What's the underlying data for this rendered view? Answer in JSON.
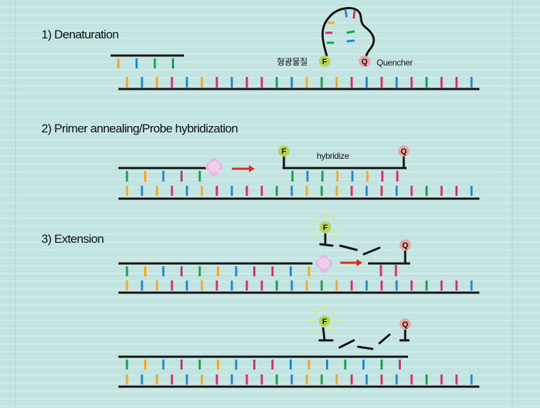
{
  "colors": {
    "background": "#c3e5e2",
    "strand": "#111111",
    "base_orange": "#f5a623",
    "base_blue": "#1e88d6",
    "base_green": "#17a04a",
    "base_pink": "#e8246a",
    "fluorophore": "#b6d64f",
    "quencher": "#f0a3a3",
    "polymerase": "#e9b6e6",
    "arrow": "#e02a1f"
  },
  "steps": [
    {
      "label": "1) Denaturation"
    },
    {
      "label": "2) Primer annealing/Probe hybridization"
    },
    {
      "label": "3) Extension"
    }
  ],
  "labels": {
    "fluorophore_korean": "형광물질",
    "quencher": "Quencher",
    "hybridize": "hybridize"
  },
  "badges": {
    "fluorophore": "F",
    "quencher": "Q"
  },
  "icons": {
    "fluorophore": "fluorophore-icon",
    "quencher": "quencher-icon",
    "polymerase": "polymerase-icon",
    "arrow": "arrow-icon",
    "glow": "glow-icon"
  }
}
